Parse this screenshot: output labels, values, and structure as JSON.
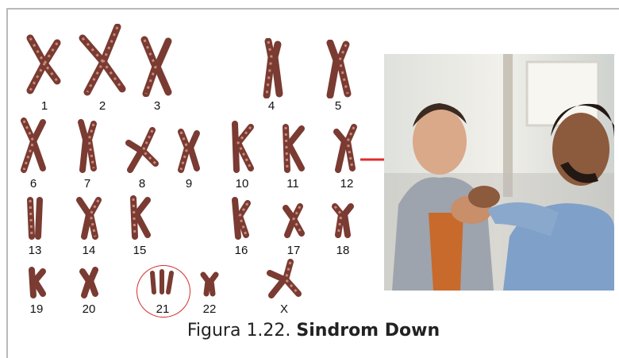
{
  "figure": {
    "label": "Figura 1.22.",
    "title": "Sindrom Down"
  },
  "karyotype": {
    "labels": [
      "1",
      "2",
      "3",
      "4",
      "5",
      "6",
      "7",
      "8",
      "9",
      "10",
      "11",
      "12",
      "13",
      "14",
      "15",
      "16",
      "17",
      "18",
      "19",
      "20",
      "21",
      "22",
      "X"
    ],
    "highlighted": "21",
    "highlight_color": "#d62e2e"
  },
  "colors": {
    "chromosome": "#7a3b32",
    "band": "#c98a7c",
    "arrow": "#e02b2b"
  }
}
